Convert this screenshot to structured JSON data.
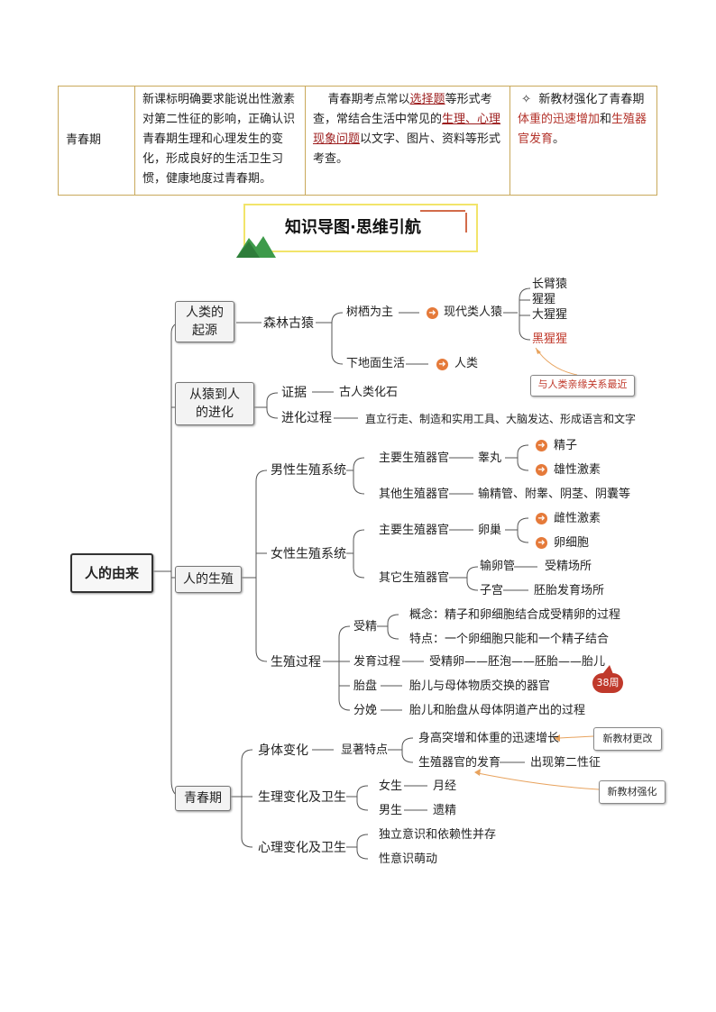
{
  "table": {
    "topic": "青春期",
    "requirement": "新课标明确要求能说出性激素对第二性征的影响，正确认识青春期生理和心理发生的变化，形成良好的生活卫生习惯，健康地度过青春期。",
    "exam": {
      "p1": "青春期考点常以",
      "p2": "选择题",
      "p3": "等形式考查，常结合生活中常见的",
      "p4": "生理、心理现象问题",
      "p5": "以文字、图片、资料等形式考查。"
    },
    "note": {
      "bullet": "✧",
      "p1": "新教材强化了青春期",
      "p2": "体重的迅速增加",
      "p3": "和",
      "p4": "生殖器官发育",
      "p5": "。"
    }
  },
  "banner": {
    "title": "知识导图·思维引航"
  },
  "map": {
    "root": "人的由来",
    "b1": {
      "label": "人类的起源",
      "forest": "森林古猿",
      "tree": "树栖为主",
      "modern": "现代类人猿",
      "apes": [
        "长臂猿",
        "猩猩",
        "大猩猩",
        "黑猩猩"
      ],
      "ground": "下地面生活",
      "human": "人类",
      "callout": "与人类亲缘关系最近"
    },
    "b2": {
      "label": "从猿到人的进化",
      "evidence": "证据",
      "fossil": "古人类化石",
      "process": "进化过程",
      "process_desc": "直立行走、制造和实用工具、大脑发达、形成语言和文字"
    },
    "b3": {
      "label": "人的生殖",
      "male": "男性生殖系统",
      "male_main": "主要生殖器官",
      "testis": "睾丸",
      "sperm": "精子",
      "male_hormone": "雄性激素",
      "male_other": "其他生殖器官",
      "male_other_desc": "输精管、附睾、阴茎、阴囊等",
      "female": "女性生殖系统",
      "female_main": "主要生殖器官",
      "ovary": "卵巢",
      "female_hormone": "雌性激素",
      "egg": "卵细胞",
      "female_other": "其它生殖器官",
      "oviduct": "输卵管",
      "oviduct_desc": "受精场所",
      "uterus": "子宫",
      "uterus_desc": "胚胎发育场所",
      "process": "生殖过程",
      "fert": "受精",
      "concept": "概念：精子和卵细胞结合成受精卵的过程",
      "feature": "特点：一个卵细胞只能和一个精子结合",
      "dev": "发育过程",
      "dev_desc": "受精卵——胚泡——胚胎——胎儿",
      "placenta": "胎盘",
      "placenta_desc": "胎儿与母体物质交换的器官",
      "birth": "分娩",
      "birth_desc": "胎儿和胎盘从母体阴道产出的过程",
      "badge": "38周"
    },
    "b4": {
      "label": "青春期",
      "body": "身体变化",
      "sig": "显著特点",
      "growth": "身高突增和体重的迅速增长",
      "organ": "生殖器官的发育",
      "sec": "出现第二性征",
      "phys": "生理变化及卫生",
      "female": "女生",
      "menses": "月经",
      "male": "男生",
      "emission": "遗精",
      "psych": "心理变化及卫生",
      "indep": "独立意识和依赖性并存",
      "sexual": "性意识萌动",
      "callout_change": "新教材更改",
      "callout_strengthen": "新教材强化"
    }
  },
  "colors": {
    "accent": "#e57a3a",
    "red": "#c0392b",
    "gold": "#c9a95b"
  }
}
